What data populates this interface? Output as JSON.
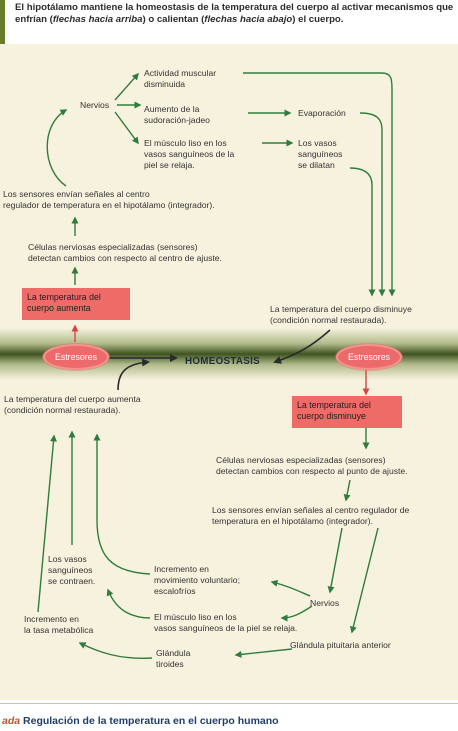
{
  "header": {
    "text_part1": "El hipotálamo mantiene la homeostasis de la temperatura del cuerpo al activar mecanismos que enfrían (",
    "text_em1": "flechas hacia arriba",
    "text_part2": ") o calientan (",
    "text_em2": "flechas hacia abajo",
    "text_part3": ") el cuerpo."
  },
  "center": {
    "label": "HOMEOSTASIS"
  },
  "stressor_label": "Estresores",
  "cooling": {
    "nervios": "Nervios",
    "actividad_1": "Actividad muscular",
    "actividad_2": "disminuida",
    "sudoracion_1": "Aumento de la",
    "sudoracion_2": "sudoración-jadeo",
    "evaporacion": "Evaporación",
    "musculo_1": "El músculo liso en los",
    "musculo_2": "vasos sanguíneos de la",
    "musculo_3": "piel se relaja.",
    "dilatan_1": "Los vasos",
    "dilatan_2": "sanguíneos",
    "dilatan_3": "se dilatan",
    "sensores_1": "Los sensores envían señales al centro",
    "sensores_2": "regulador de temperatura en el hipotálamo (integrador).",
    "celulas_1": "Células nerviosas especializadas (sensores)",
    "celulas_2": "detectan cambios con respecto al centro de ajuste.",
    "box_1": "La temperatura del",
    "box_2": "cuerpo aumenta",
    "result_1": "La temperatura del cuerpo disminuye",
    "result_2": "(condición normal restaurada)."
  },
  "warming": {
    "box_1": "La temperatura del",
    "box_2": "cuerpo disminuye",
    "celulas_1": "Células nerviosas especializadas (sensores)",
    "celulas_2": "detectan cambios con respecto al punto de ajuste.",
    "sensores_1": "Los sensores envían señales al centro regulador de",
    "sensores_2": "temperatura en el hipotálamo (integrador).",
    "movimiento_1": "Incremento en",
    "movimiento_2": "movimiento voluntario;",
    "movimiento_3": "escalofríos",
    "nervios": "Nervios",
    "musculo_1": "El músculo liso en los",
    "musculo_2": "vasos sanguíneos de la piel se relaja.",
    "pituitaria": "Glándula pituitaria anterior",
    "tiroides_1": "Glándula",
    "tiroides_2": "tiroides",
    "contraen_1": "Los vasos",
    "contraen_2": "sanguíneos",
    "contraen_3": "se contraen.",
    "metabolica_1": "Incremento en",
    "metabolica_2": "la tasa metabólica",
    "result_1": "La temperatura del cuerpo aumenta",
    "result_2": "(condición normal restaurada)."
  },
  "caption": {
    "label": "ada",
    "title": "Regulación de la temperatura en el cuerpo humano"
  },
  "colors": {
    "arrow_green": "#2f7d3c",
    "arrow_dark": "#2b2b2b",
    "arrow_red": "#d64545",
    "panel": "#f7f2de",
    "box_red": "#ee6b67"
  }
}
